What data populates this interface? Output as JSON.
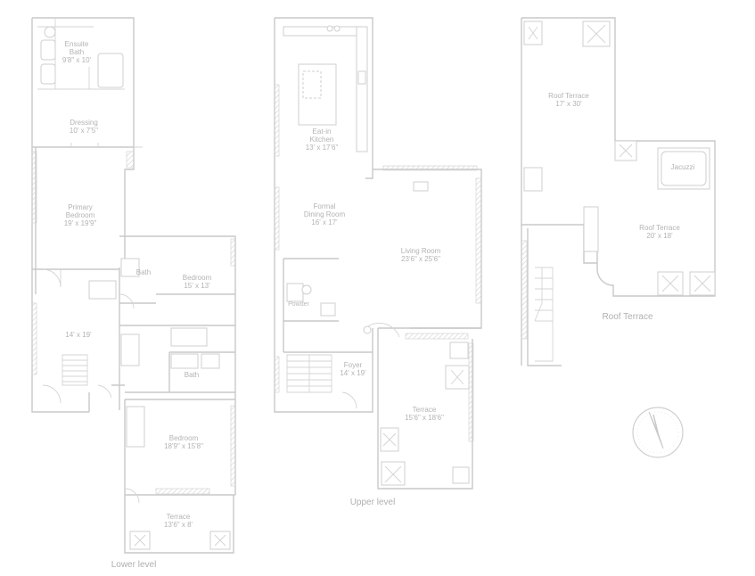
{
  "levels": {
    "lower": "Lower level",
    "upper": "Upper level",
    "roof": "Roof Terrace"
  },
  "rooms": {
    "ensuite_bath": [
      "Ensuite",
      "Bath",
      "9'8\" x 10'"
    ],
    "dressing": [
      "Dressing",
      "10' x 7'5\""
    ],
    "primary_bedroom": [
      "Primary",
      "Bedroom",
      "19' x 19'9\""
    ],
    "hall": [
      "14' x 19'"
    ],
    "bath_lower": [
      "Bath"
    ],
    "bedroom_2": [
      "Bedroom",
      "15' x 13'"
    ],
    "bath_lower2": [
      "Bath"
    ],
    "bedroom_3": [
      "Bedroom",
      "18'9\" x 15'8\""
    ],
    "terrace_lower": [
      "Terrace",
      "13'6\" x 8'"
    ],
    "kitchen": [
      "Eat-in",
      "Kitchen",
      "13' x 17'6\""
    ],
    "dining": [
      "Formal",
      "Dining Room",
      "16' x 17'"
    ],
    "living": [
      "Living Room",
      "23'6\" x 25'6\""
    ],
    "powder": [
      "Powder"
    ],
    "foyer": [
      "Foyer",
      "14' x 19'"
    ],
    "terrace_upper": [
      "Terrace",
      "15'6\" x 18'6\""
    ],
    "roof_terrace": [
      "Roof Terrace",
      "17' x 30'"
    ],
    "jacuzzi": [
      "Jacuzzi"
    ],
    "roof_terrace_2": [
      "Roof Terrace",
      "20' x 18'"
    ]
  }
}
